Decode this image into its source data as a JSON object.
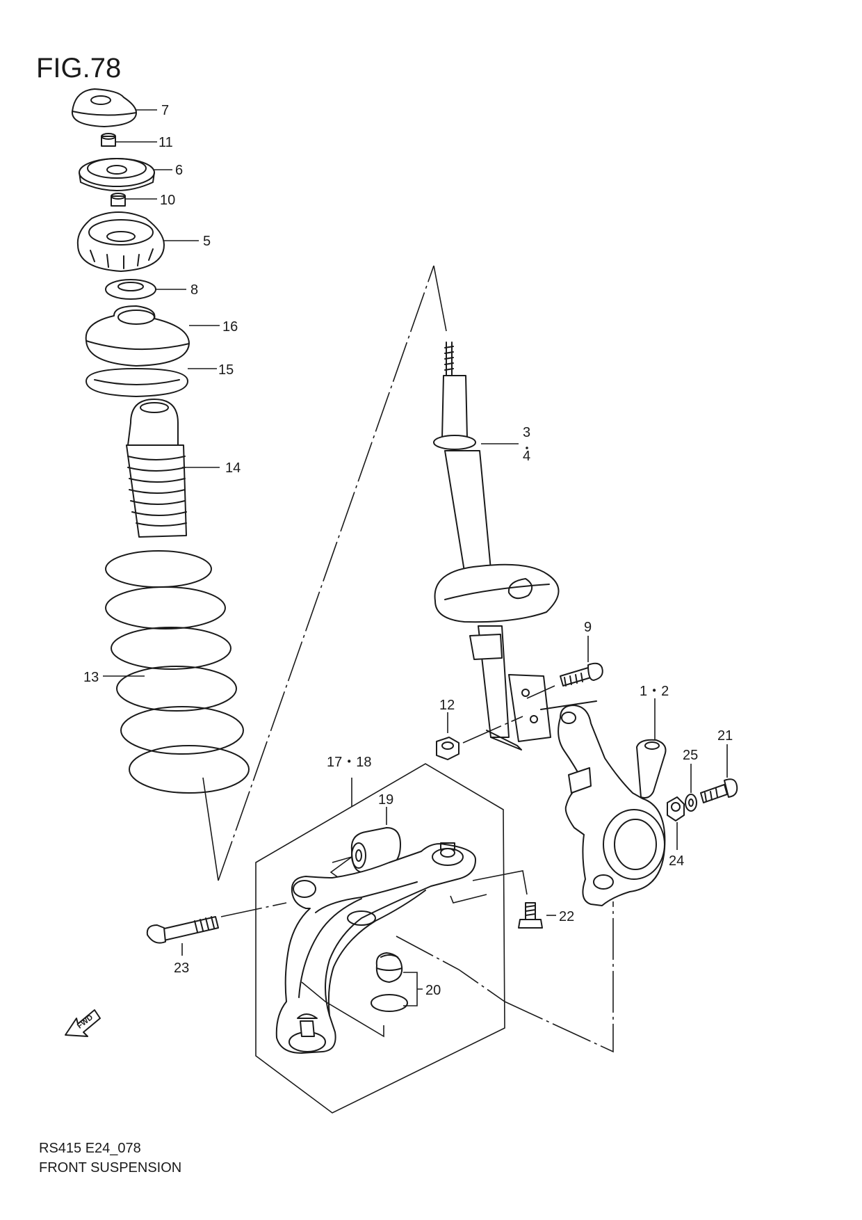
{
  "figure": {
    "title": "FIG.78"
  },
  "footer": {
    "code": "RS415 E24_078",
    "name": "FRONT SUSPENSION"
  },
  "callouts": [
    {
      "id": "c7",
      "text": "7"
    },
    {
      "id": "c11",
      "text": "11"
    },
    {
      "id": "c6",
      "text": "6"
    },
    {
      "id": "c10",
      "text": "10"
    },
    {
      "id": "c5",
      "text": "5"
    },
    {
      "id": "c8",
      "text": "8"
    },
    {
      "id": "c16",
      "text": "16"
    },
    {
      "id": "c15",
      "text": "15"
    },
    {
      "id": "c14",
      "text": "14"
    },
    {
      "id": "c13",
      "text": "13"
    },
    {
      "id": "c3",
      "text": "3"
    },
    {
      "id": "c4",
      "text": "4"
    },
    {
      "id": "c9",
      "text": "9"
    },
    {
      "id": "c12",
      "text": "12"
    },
    {
      "id": "c12b",
      "text": "1・2"
    },
    {
      "id": "c21",
      "text": "21"
    },
    {
      "id": "c25",
      "text": "25"
    },
    {
      "id": "c24",
      "text": "24"
    },
    {
      "id": "c1718",
      "text": "17・18"
    },
    {
      "id": "c19",
      "text": "19"
    },
    {
      "id": "c22",
      "text": "22"
    },
    {
      "id": "c23",
      "text": "23"
    },
    {
      "id": "c20",
      "text": "20"
    }
  ],
  "fwd_label": "FWD"
}
